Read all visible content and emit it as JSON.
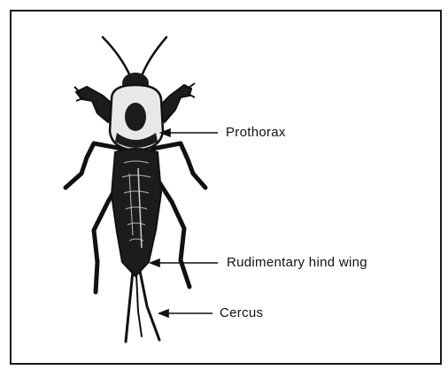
{
  "labels": {
    "prothorax": "Prothorax",
    "hind_wing": "Rudimentary hind wing",
    "cercus": "Cercus"
  },
  "colors": {
    "ink": "#111111",
    "frame": "#1a1a1a",
    "background": "#ffffff",
    "body_dark": "#1c1c1c",
    "body_light": "#e8e8e8"
  },
  "icons": {
    "insect": "mole-cricket-illustration"
  }
}
